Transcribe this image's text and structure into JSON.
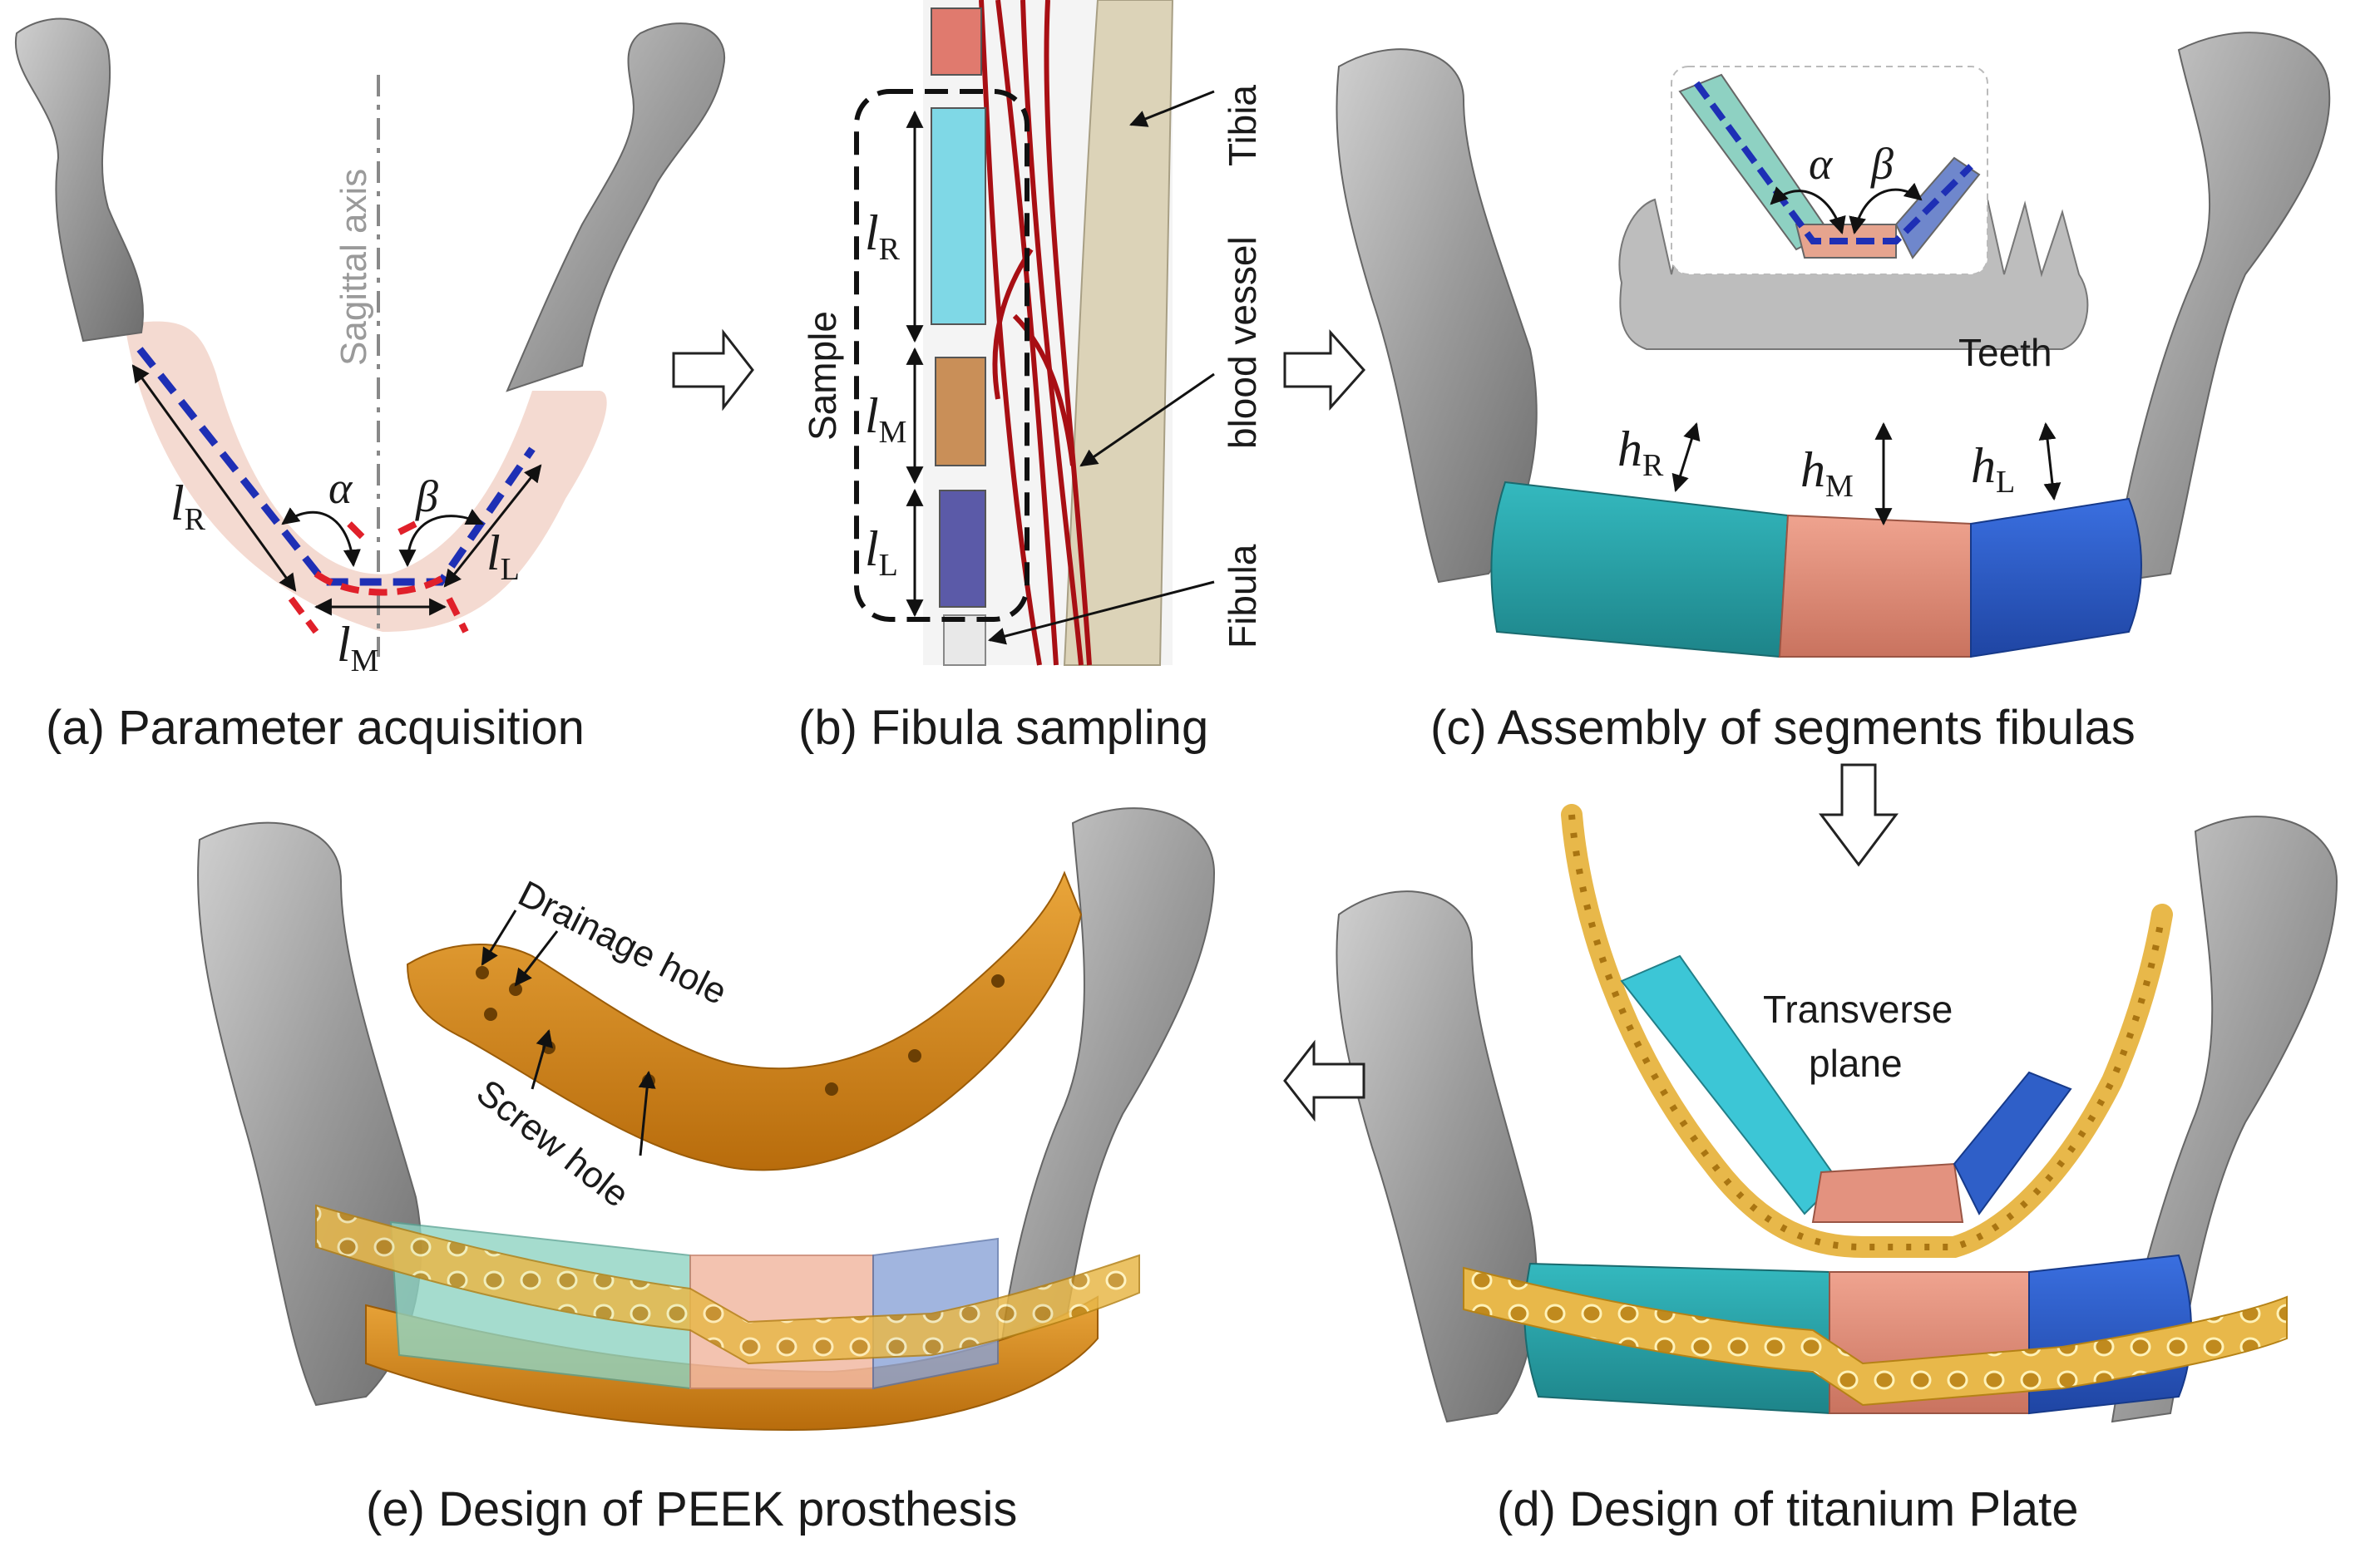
{
  "captions": {
    "a": "(a) Parameter acquisition",
    "b": "(b) Fibula sampling",
    "c": "(c) Assembly of segments fibulas",
    "d": "(d) Design of titanium Plate",
    "e": "(e) Design of PEEK prosthesis"
  },
  "labels": {
    "sagittal_axis": "Sagittal axis",
    "alpha": "α",
    "beta": "β",
    "l": "l",
    "h": "h",
    "sub_R": "R",
    "sub_M": "M",
    "sub_L": "L",
    "sample": "Sample",
    "tibia": "Tibia",
    "blood_vessel": "blood vessel",
    "fibula": "Fibula",
    "teeth": "Teeth",
    "transverse_plane_line1": "Transverse",
    "transverse_plane_line2": "plane",
    "drainage_hole": "Drainage hole",
    "screw_hole": "Screw hole"
  },
  "colors": {
    "bone": "#a9a9a9",
    "bone_dark": "#7d7d7d",
    "segment_right": "#2aa7ad",
    "segment_middle": "#e3927f",
    "segment_left": "#2f5fc8",
    "segment_cyan": "#3cc6d6",
    "titanium": "#e8b84a",
    "peek": "#d9901a",
    "blue_dash": "#1e2fb5",
    "red_dash": "#e0202a",
    "vessel": "#a80f14",
    "tibia": "#dcd3b8",
    "flesh": "#f2d3c8"
  }
}
